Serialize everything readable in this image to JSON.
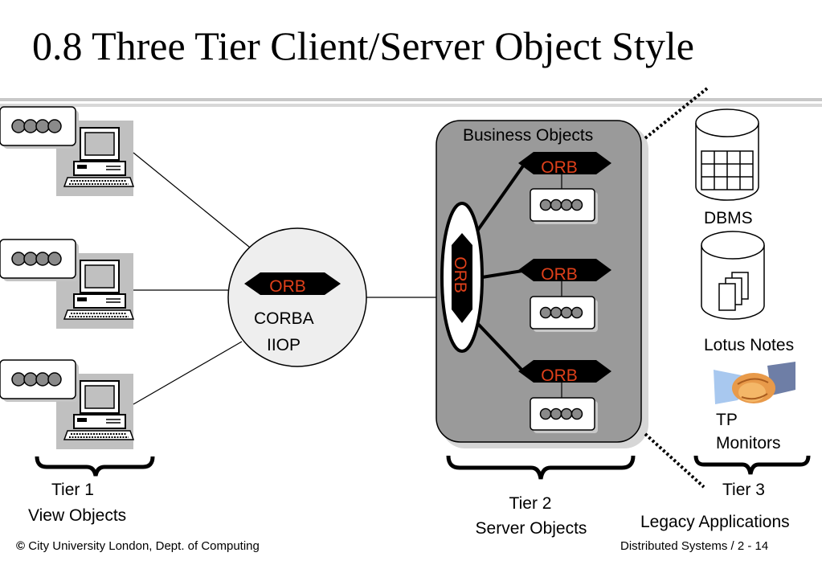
{
  "slide": {
    "title": "0.8 Three Tier Client/Server Object Style",
    "footer_left": "City University London, Dept. of Computing",
    "footer_right": "Distributed Systems / 2 - 14"
  },
  "diagram": {
    "orb_label": "ORB",
    "corba_line1": "CORBA",
    "corba_line2": "IIOP",
    "business_objects": "Business Objects",
    "tier1_line1": "Tier 1",
    "tier1_line2": "View Objects",
    "tier2_line1": "Tier 2",
    "tier2_line2": "Server Objects",
    "tier3_line1": "Tier 3",
    "tier3_line2": "Legacy Applications",
    "dbms": "DBMS",
    "lotus": "Lotus Notes",
    "tp_line1": "TP",
    "tp_line2": "Monitors"
  },
  "colors": {
    "orb_text": "#e0401a",
    "server_box": "#9a9a9a",
    "pc_background": "#c0c0c0"
  }
}
